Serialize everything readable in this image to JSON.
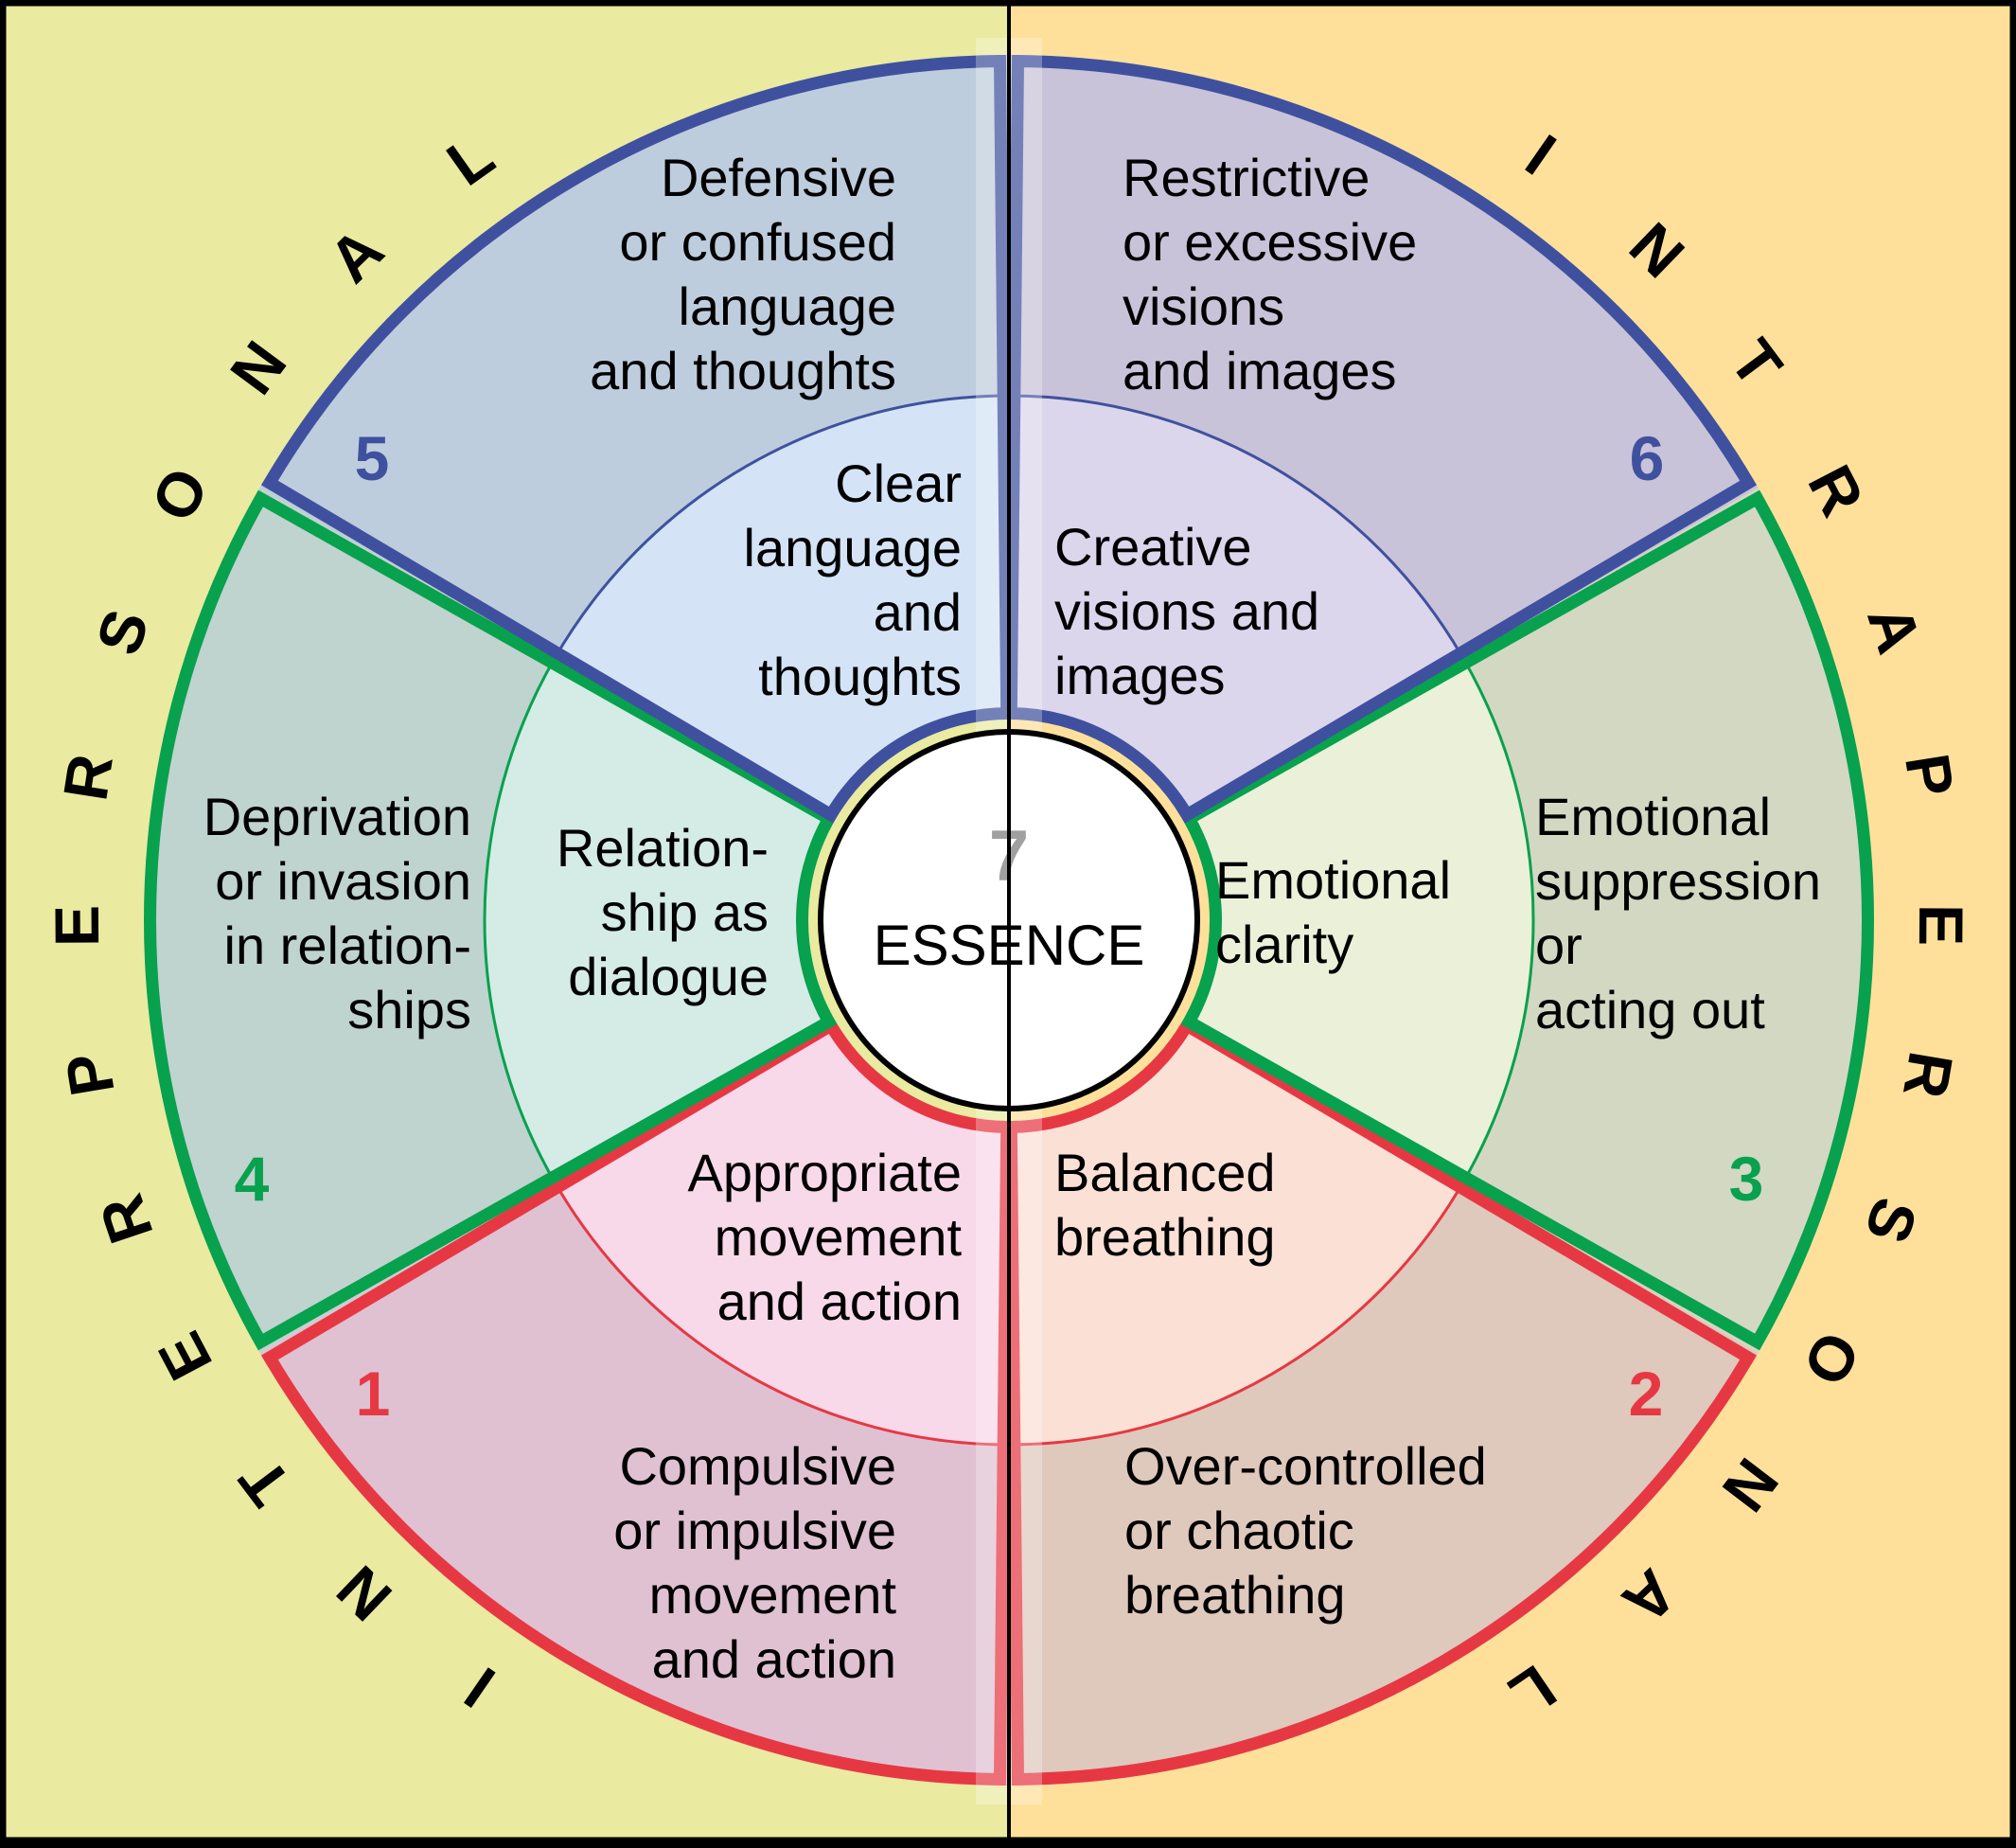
{
  "diagram": {
    "title": "Essence wheel",
    "left_arc_label": "INTERPERSONAL",
    "right_arc_label": "INTRAPERSONAL",
    "colors": {
      "left_background": "#EAEAA0",
      "right_background": "#FEE09A",
      "blue": "#3F519E",
      "green": "#08A14E",
      "red": "#E63843",
      "center_number_gray": "#A0A0A0"
    },
    "center": {
      "number": "7",
      "label": "ESSENCE"
    },
    "sections": [
      {
        "number": "1",
        "color_key": "red",
        "outer_lines": [
          "Compulsive",
          "or impulsive",
          "movement",
          "and action"
        ],
        "inner_lines": [
          "Appropriate",
          "movement",
          "and action"
        ],
        "outer_fill": "#DFC1D2",
        "inner_fill": "#F8D9E9"
      },
      {
        "number": "2",
        "color_key": "red",
        "outer_lines": [
          "Over-controlled",
          "or chaotic",
          "breathing"
        ],
        "inner_lines": [
          "Balanced",
          "breathing"
        ],
        "outer_fill": "#DFC8BC",
        "inner_fill": "#FBE0D5"
      },
      {
        "number": "3",
        "color_key": "green",
        "outer_lines": [
          "Emotional",
          "suppression",
          "or",
          "acting out"
        ],
        "inner_lines": [
          "Emotional",
          "clarity"
        ],
        "outer_fill": "#D3D8C3",
        "inner_fill": "#EBF1D9"
      },
      {
        "number": "4",
        "color_key": "green",
        "outer_lines": [
          "Deprivation",
          "or invasion",
          "in relation-",
          "ships"
        ],
        "inner_lines": [
          "Relation-",
          "ship as",
          "dialogue"
        ],
        "outer_fill": "#BFD3CF",
        "inner_fill": "#D5EBE6"
      },
      {
        "number": "5",
        "color_key": "blue",
        "outer_lines": [
          "Defensive",
          "or confused",
          "language",
          "and thoughts"
        ],
        "inner_lines": [
          "Clear",
          "language",
          "and",
          "thoughts"
        ],
        "outer_fill": "#BECDDD",
        "inner_fill": "#D4E4F6"
      },
      {
        "number": "6",
        "color_key": "blue",
        "outer_lines": [
          "Restrictive",
          "or excessive",
          "visions",
          "and images"
        ],
        "inner_lines": [
          "Creative",
          "visions and",
          "images"
        ],
        "outer_fill": "#C8C3D8",
        "inner_fill": "#DCD6EC"
      }
    ]
  }
}
